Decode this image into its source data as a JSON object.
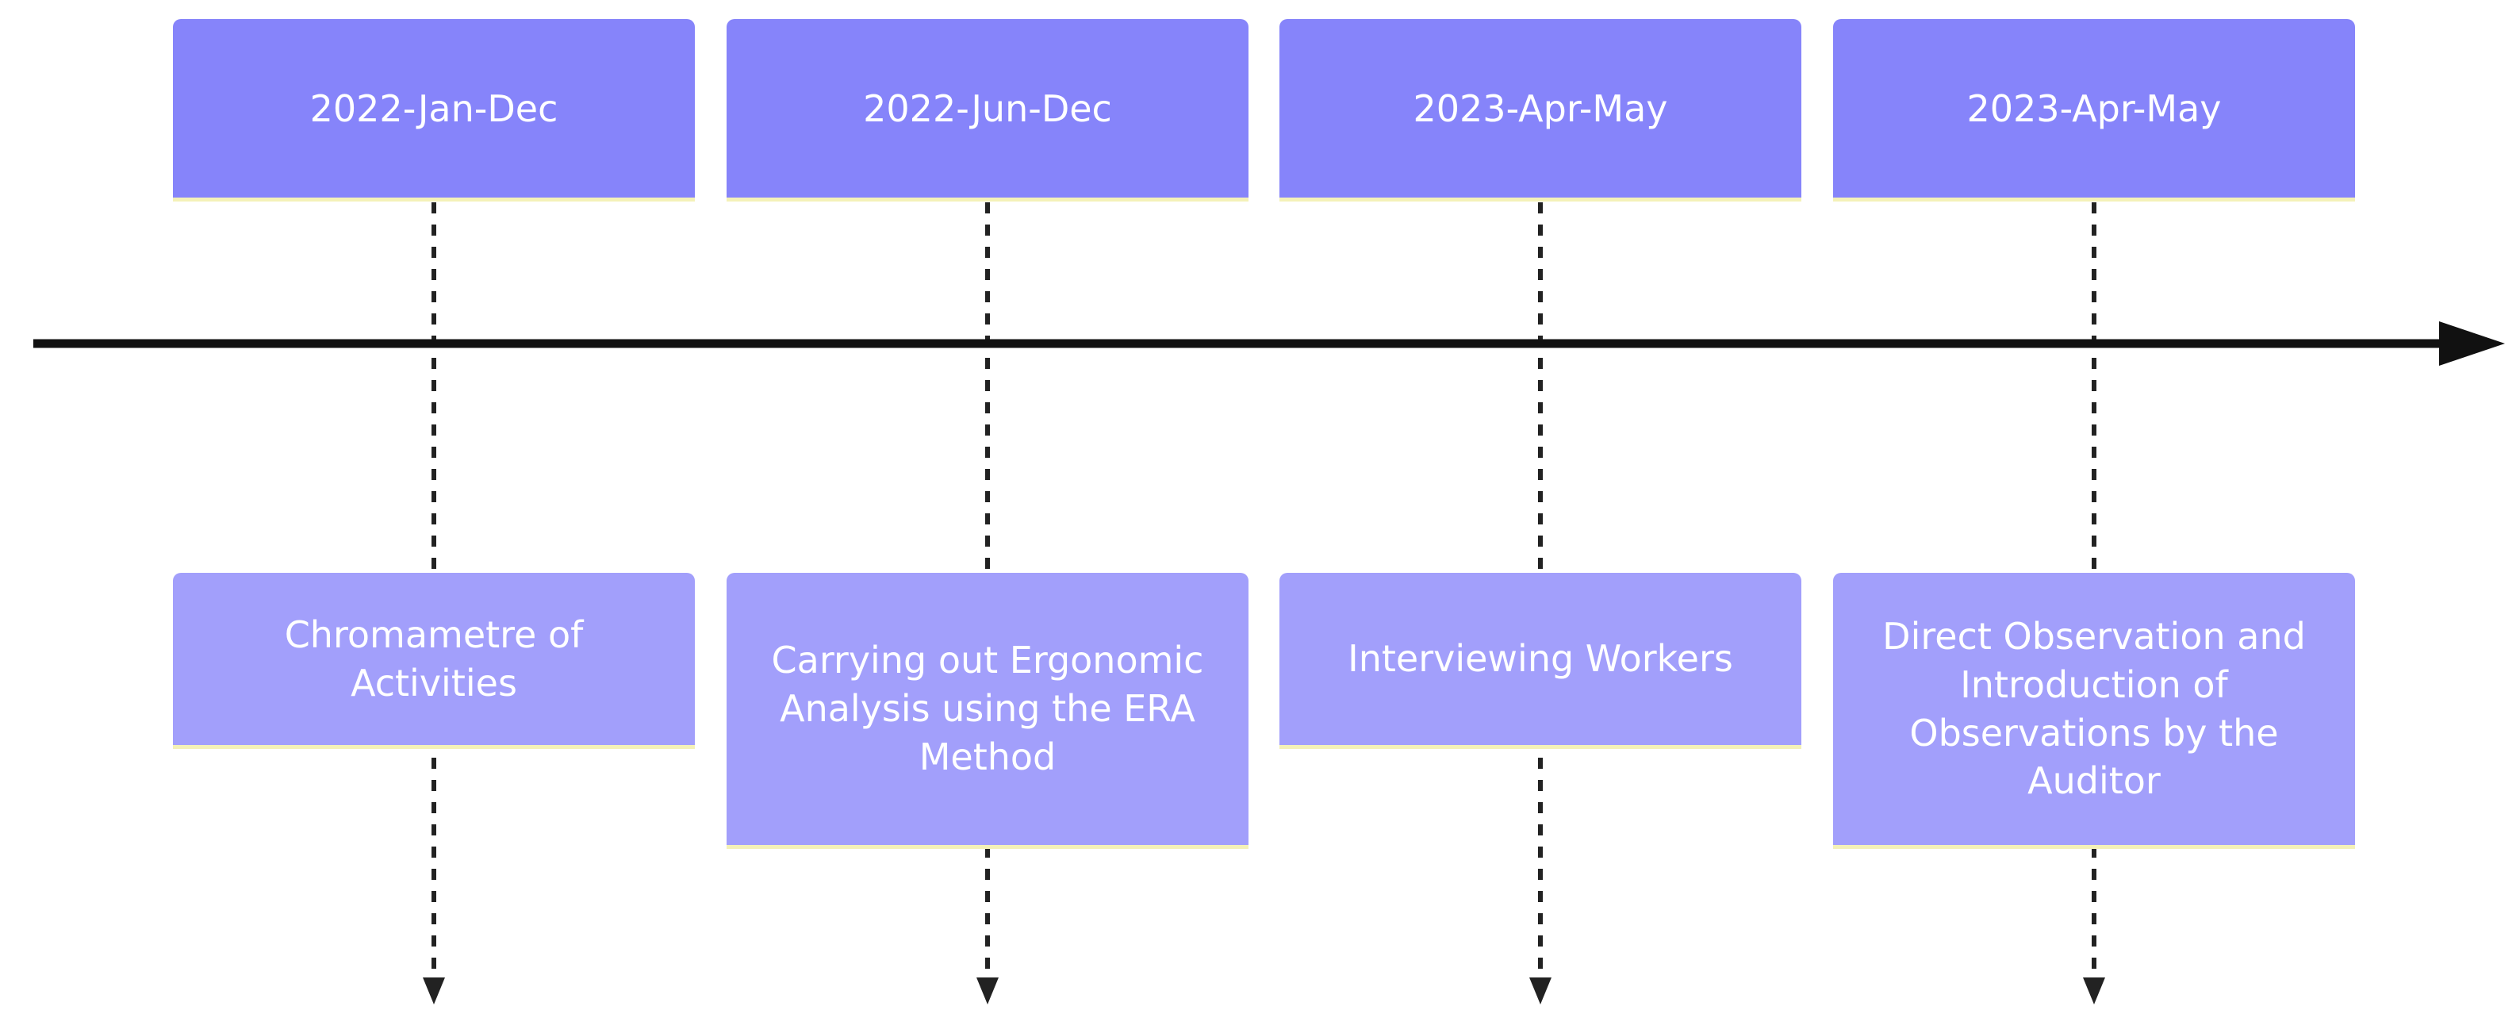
{
  "colors": {
    "period_box": "#8684fa",
    "event_box": "#a29ffb",
    "box_bottom_border": "#f4f1b8",
    "axis": "#111111",
    "dashed_line": "#222222",
    "text": "#ffffff"
  },
  "timeline": {
    "sections": [
      {
        "period": "2022-Jan-Dec",
        "event": "Chromametre of Activities"
      },
      {
        "period": "2022-Jun-Dec",
        "event": "Carrying out Ergonomic Analysis using the ERA Method"
      },
      {
        "period": "2023-Apr-May",
        "event": "Interviewing Workers"
      },
      {
        "period": "2023-Apr-May",
        "event": "Direct Observation and Introduction of Observations by the Auditor"
      }
    ]
  }
}
